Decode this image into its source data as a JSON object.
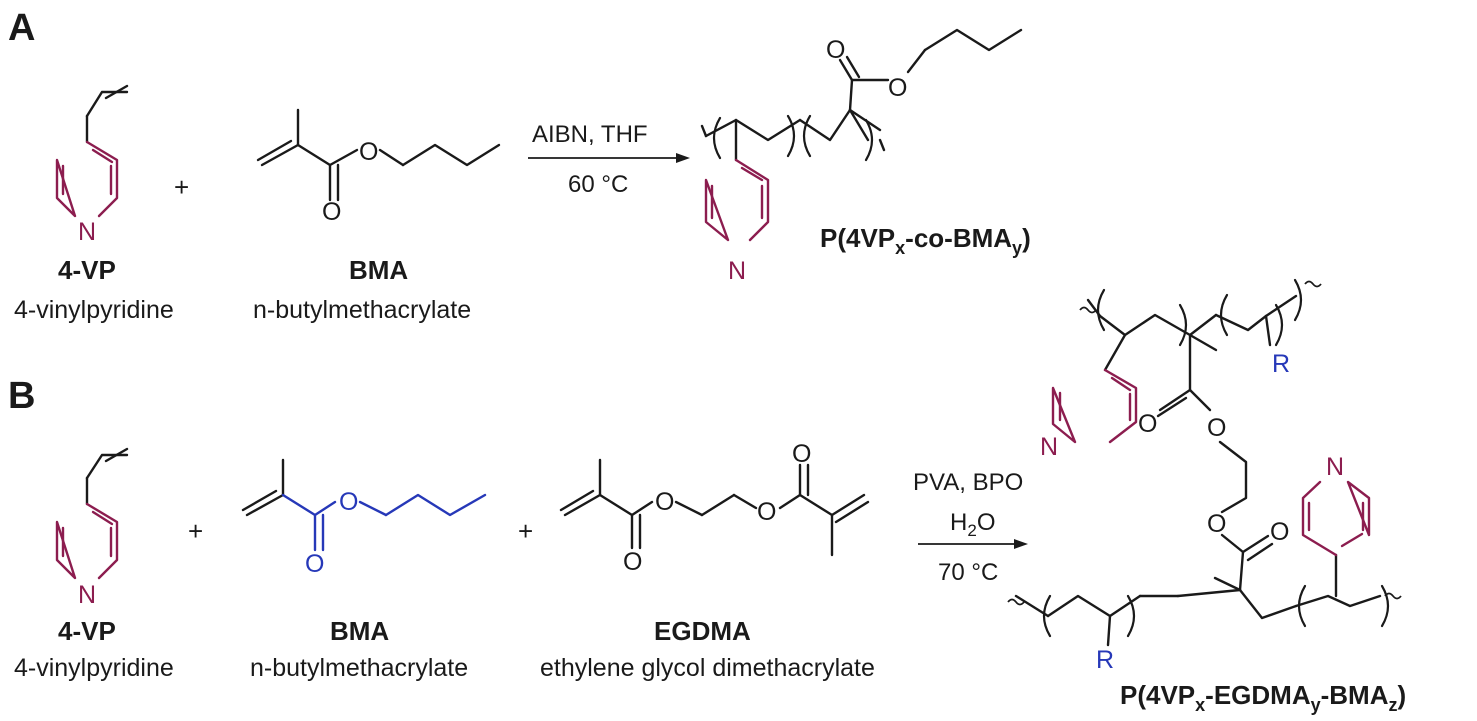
{
  "panels": {
    "a": "A",
    "b": "B"
  },
  "panel_a": {
    "vp_abbr": "4-VP",
    "vp_name": "4-vinylpyridine",
    "bma_abbr": "BMA",
    "bma_name": "n-butylmethacrylate",
    "plus": "+",
    "conditions_top": "AIBN, THF",
    "conditions_bottom": "60 °C",
    "product_pre": "P(4VP",
    "product_sub_x": "x",
    "product_mid": "-co-BMA",
    "product_sub_y": "y",
    "product_post": ")"
  },
  "panel_b": {
    "vp_abbr": "4-VP",
    "vp_name": "4-vinylpyridine",
    "bma_abbr": "BMA",
    "bma_name": "n-butylmethacrylate",
    "egdma_abbr": "EGDMA",
    "egdma_name": "ethylene glycol dimethacrylate",
    "plus1": "+",
    "plus2": "+",
    "conditions_top": "PVA, BPO",
    "conditions_mid_pre": "H",
    "conditions_mid_sub": "2",
    "conditions_mid_post": "O",
    "conditions_bottom": "70 °C",
    "product_pre": "P(4VP",
    "product_sub_x": "x",
    "product_mid1": "-EGDMA",
    "product_sub_y": "y",
    "product_mid2": "-BMA",
    "product_sub_z": "z",
    "product_post": ")"
  },
  "atoms": {
    "N": "N",
    "O": "O",
    "R": "R"
  },
  "colors": {
    "pyridine": "#8c1d4f",
    "bma_highlight": "#2638b8",
    "bond": "#1a1a1a"
  }
}
